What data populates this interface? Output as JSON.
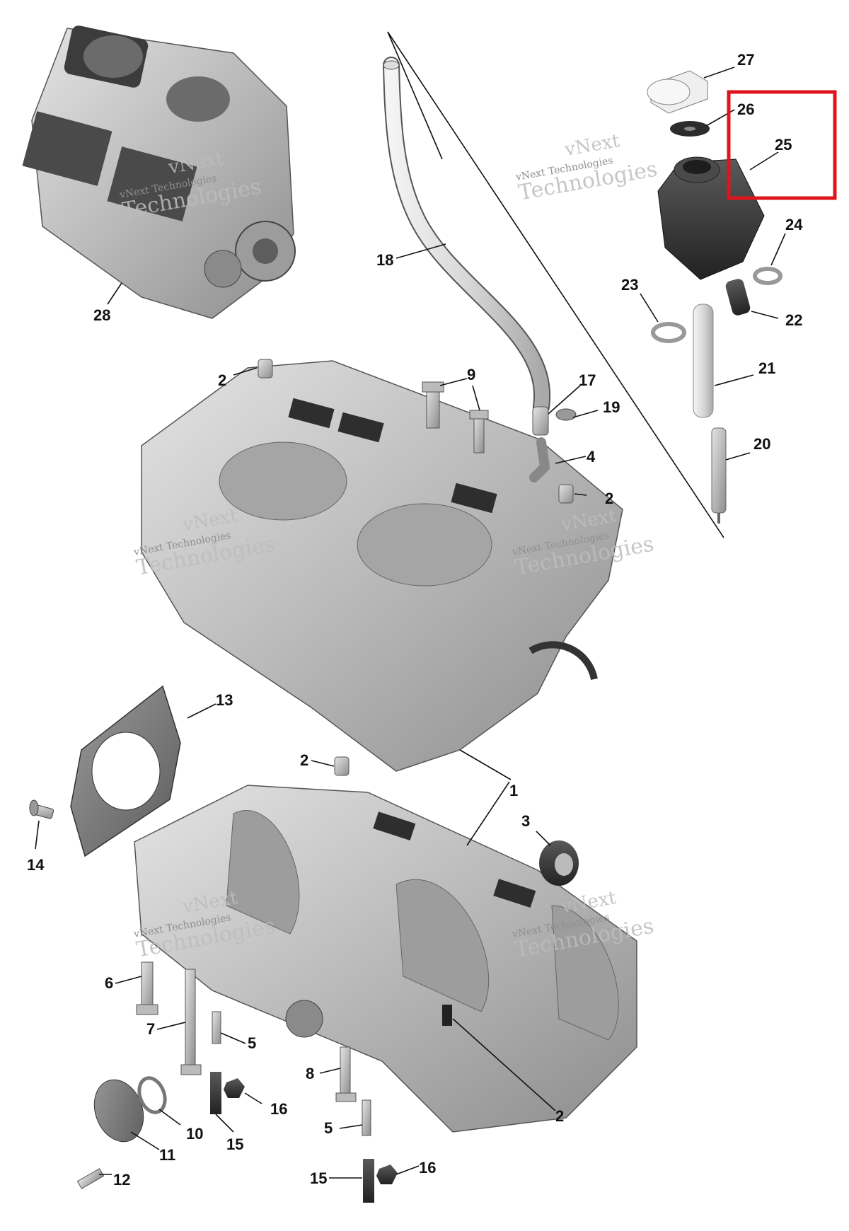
{
  "callouts": {
    "n1": "1",
    "n2a": "2",
    "n2b": "2",
    "n2c": "2",
    "n2d": "2",
    "n3": "3",
    "n4": "4",
    "n5a": "5",
    "n5b": "5",
    "n6": "6",
    "n7": "7",
    "n8": "8",
    "n9": "9",
    "n10": "10",
    "n11": "11",
    "n12": "12",
    "n13": "13",
    "n14": "14",
    "n15a": "15",
    "n15b": "15",
    "n16a": "16",
    "n16b": "16",
    "n17": "17",
    "n18": "18",
    "n19": "19",
    "n20": "20",
    "n21": "21",
    "n22": "22",
    "n23": "23",
    "n24": "24",
    "n25": "25",
    "n26": "26",
    "n27": "27",
    "n28": "28"
  },
  "watermark": {
    "line1": "vNext",
    "line2": "vNext Technologies",
    "line3": "Technologies"
  },
  "highlight": {
    "color": "#e0141e",
    "target_callout": "25"
  }
}
